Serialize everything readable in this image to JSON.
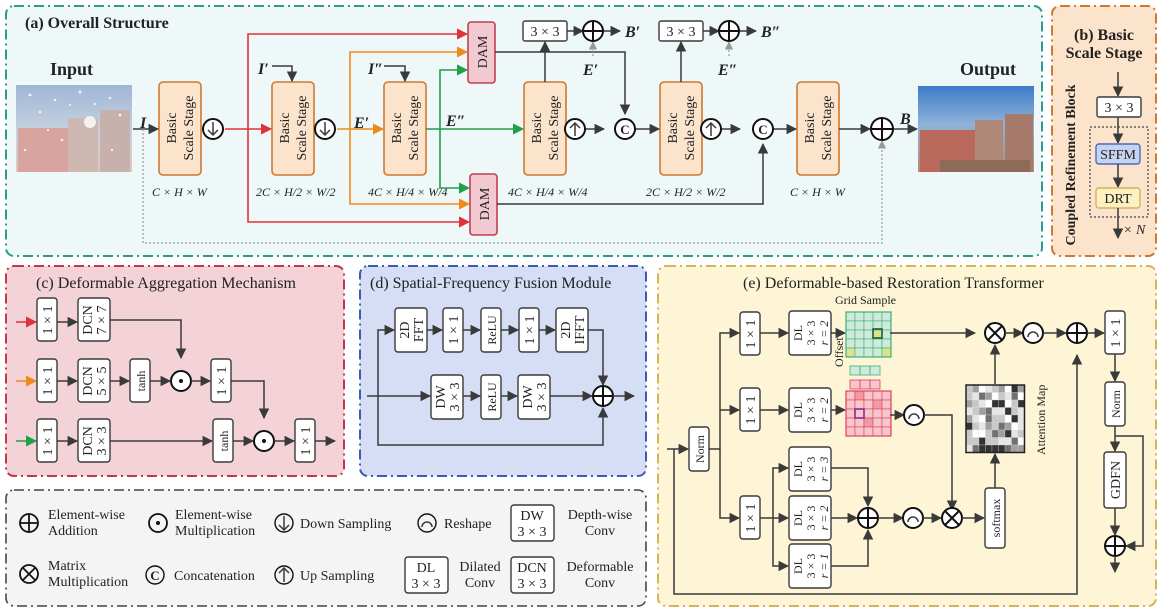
{
  "panels": {
    "a": {
      "title": "(a) Overall Structure",
      "input_label": "Input",
      "output_label": "Output"
    },
    "b": {
      "title_line1": "(b) Basic",
      "title_line2": "Scale Stage",
      "side_label": "Coupled Refinement Block",
      "conv": "3 × 3",
      "sffm": "SFFM",
      "drt": "DRT",
      "repeat": "× N"
    },
    "c": {
      "title": "(c) Deformable Aggregation Mechanism"
    },
    "d": {
      "title": "(d) Spatial-Frequency Fusion Module"
    },
    "e": {
      "title": "(e) Deformable-based Restoration Transformer",
      "grid_sample": "Grid Sample",
      "offset": "Offset",
      "attention_map": "Attention Map"
    }
  },
  "overall": {
    "bss_line1": "Basic",
    "bss_line2": "Scale Stage",
    "dam": "DAM",
    "conv3": "3 × 3",
    "sym_I": "I",
    "sym_I1": "I′",
    "sym_I2": "I″",
    "sym_E1": "E′",
    "sym_E2": "E″",
    "sym_B": "B",
    "sym_B1": "B′",
    "sym_B2": "B″",
    "dim1": "C × H × W",
    "dim2": "2C × H/2 × W/2",
    "dim3": "4C × H/4 × W/4",
    "dim4": "4C × H/4 × W/4",
    "dim5": "2C × H/2 × W/2",
    "dim6": "C × H × W"
  },
  "dam_module": {
    "conv1": "1 × 1",
    "dcn7_a": "DCN",
    "dcn7_b": "7 × 7",
    "dcn5_a": "DCN",
    "dcn5_b": "5 × 5",
    "dcn3_a": "DCN",
    "dcn3_b": "3 × 3",
    "tanh": "tanh"
  },
  "sffm_module": {
    "fft_a": "2D",
    "fft_b": "FFT",
    "ifft_a": "2D",
    "ifft_b": "IFFT",
    "conv1": "1 × 1",
    "relu": "ReLU",
    "dw_a": "DW",
    "dw_b": "3 × 3"
  },
  "drt_module": {
    "norm": "Norm",
    "conv1": "1 × 1",
    "dl": "DL",
    "k3": "3 × 3",
    "r1": "r = 1",
    "r2": "r = 2",
    "r3": "r = 3",
    "softmax": "softmax",
    "gdfn": "GDFN"
  },
  "legend": [
    {
      "icon": "element-wise-addition-icon",
      "line1": "Element-wise",
      "line2": "Addition"
    },
    {
      "icon": "element-wise-multiplication-icon",
      "line1": "Element-wise",
      "line2": "Multiplication"
    },
    {
      "icon": "down-sampling-icon",
      "line1": "Down Sampling",
      "line2": ""
    },
    {
      "icon": "reshape-icon",
      "line1": "Reshape",
      "line2": ""
    },
    {
      "icon": "dw-box",
      "box1": "DW",
      "box2": "3 × 3",
      "line1": "Depth-wise",
      "line2": "Conv"
    },
    {
      "icon": "matrix-multiplication-icon",
      "line1": "Matrix",
      "line2": "Multiplication"
    },
    {
      "icon": "concatenation-icon",
      "line1": "Concatenation",
      "line2": ""
    },
    {
      "icon": "up-sampling-icon",
      "line1": "Up Sampling",
      "line2": ""
    },
    {
      "icon": "dl-box",
      "box1": "DL",
      "box2": "3 × 3",
      "line1": "Dilated",
      "line2": "Conv"
    },
    {
      "icon": "dcn-box",
      "box1": "DCN",
      "box2": "3 × 3",
      "line1": "Deformable",
      "line2": "Conv"
    }
  ],
  "colors": {
    "panel_a_bg": "#eef8f8",
    "panel_a_border": "#2e9a8e",
    "panel_b_bg": "#fbe3cc",
    "panel_b_border": "#d0782e",
    "panel_c_bg": "#f3d2d8",
    "panel_c_border": "#c0384a",
    "panel_d_bg": "#d5def4",
    "panel_d_border": "#3a5bb0",
    "panel_e_bg": "#fdf5d6",
    "panel_e_border": "#d8b25a",
    "legend_bg": "#f4f4f4",
    "legend_border": "#444444",
    "red_path": "#e0323a",
    "orange_path": "#ef8a1e",
    "green_path": "#20a048"
  }
}
